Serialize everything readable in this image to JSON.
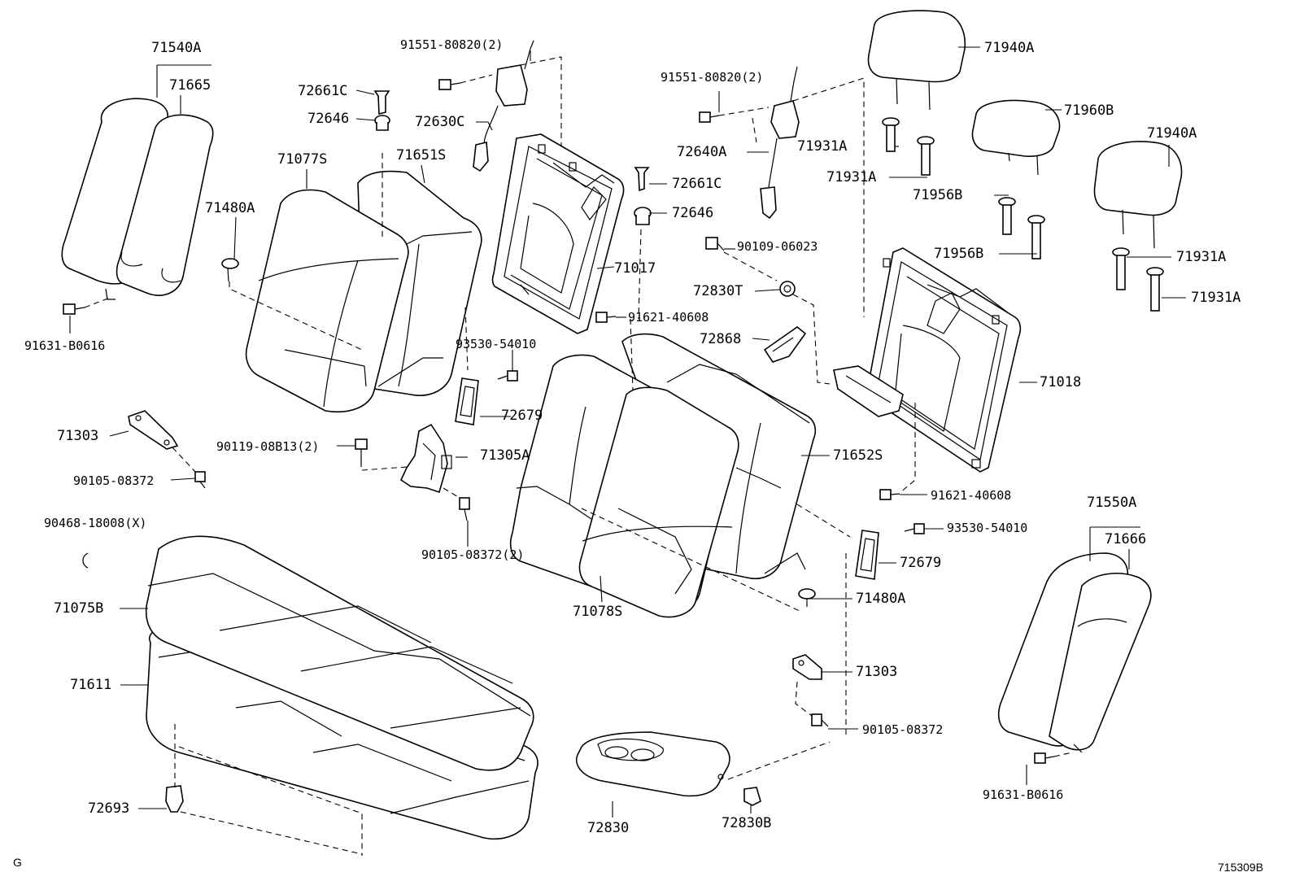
{
  "diagram": {
    "corner_left": "G",
    "corner_right": "715309B",
    "labels": {
      "l71540A": "71540A",
      "l71665": "71665",
      "l91631_B0616_L": "91631-B0616",
      "l72661C_L": "72661C",
      "l72646_L": "72646",
      "l71077S": "71077S",
      "l71480A_L": "71480A",
      "l91551_L": "91551-80820(2)",
      "l72630C": "72630C",
      "l71651S": "71651S",
      "l93530_L": "93530-54010",
      "l72679_L": "72679",
      "l71303_L": "71303",
      "l90105_L": "90105-08372",
      "l90119": "90119-08B13(2)",
      "l71305A": "71305A",
      "l90468": "90468-18008(X)",
      "l90105_2": "90105-08372(2)",
      "l71075B": "71075B",
      "l71611": "71611",
      "l72693": "72693",
      "l71017": "71017",
      "l91621_C": "91621-40608",
      "l72661C_R": "72661C",
      "l72646_R": "72646",
      "l91551_R": "91551-80820(2)",
      "l72640A": "72640A",
      "l90109": "90109-06023",
      "l72830T": "72830T",
      "l72868": "72868",
      "l71078S": "71078S",
      "l71652S": "71652S",
      "l72830": "72830",
      "l72830B": "72830B",
      "l71940A_T": "71940A",
      "l71931A_1": "71931A",
      "l71931A_2": "71931A",
      "l71960B": "71960B",
      "l71940A_R": "71940A",
      "l71956B_1": "71956B",
      "l71956B_2": "71956B",
      "l71931A_3": "71931A",
      "l71931A_4": "71931A",
      "l71018": "71018",
      "l91621_R": "91621-40608",
      "l93530_R": "93530-54010",
      "l72679_R": "72679",
      "l71480A_R": "71480A",
      "l71303_R": "71303",
      "l90105_R": "90105-08372",
      "l71550A": "71550A",
      "l71666": "71666",
      "l91631_B0616_R": "91631-B0616"
    }
  }
}
